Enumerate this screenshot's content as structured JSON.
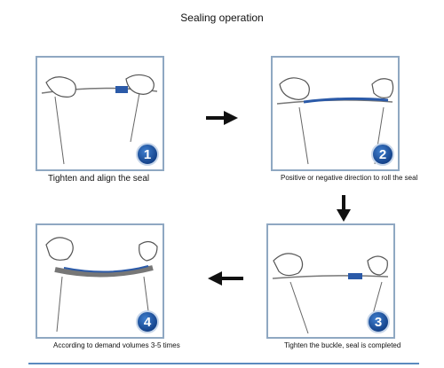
{
  "title": "Sealing operation",
  "steps": [
    {
      "number": "1",
      "caption": "Tighten and align the seal"
    },
    {
      "number": "2",
      "caption": "Positive or negative direction to roll the seal"
    },
    {
      "number": "3",
      "caption": "Tighten the buckle, seal is completed"
    },
    {
      "number": "4",
      "caption": "According to demand volumes 3-5 times"
    }
  ],
  "colors": {
    "panel_border": "#8fa8c2",
    "badge": "#1d4f9c",
    "arrow": "#111111",
    "footer_line": "#5b8bbf",
    "seal_band": "#2b5aa8"
  }
}
